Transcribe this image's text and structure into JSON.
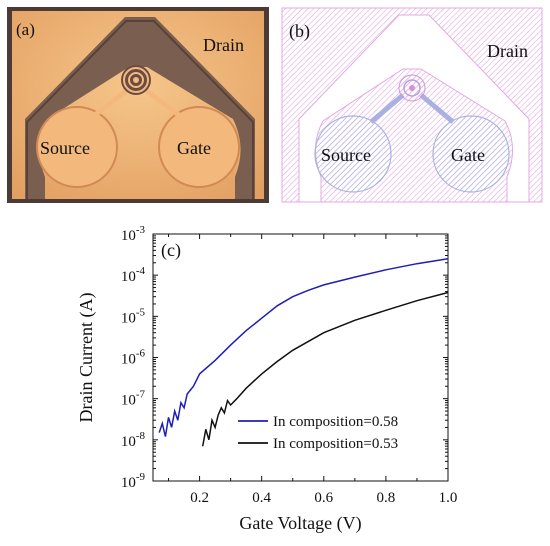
{
  "panel_a": {
    "tag": "(a)",
    "drain": "Drain",
    "source": "Source",
    "gate": "Gate",
    "colors": {
      "metal": "#f0b676",
      "metal_edge": "#d9925a",
      "mesa": "#7a5e50",
      "border": "#4c3a34"
    }
  },
  "panel_b": {
    "tag": "(b)",
    "drain": "Drain",
    "source": "Source",
    "gate": "Gate",
    "colors": {
      "metal_hatch": "#e6b2e6",
      "pad_hatch": "#a8b4e0",
      "background": "#ffffff"
    }
  },
  "chart_data": {
    "type": "line",
    "panel_tag": "(c)",
    "xlabel": "Gate Voltage (V)",
    "ylabel": "Drain Current (A)",
    "xlim": [
      0.05,
      1.0
    ],
    "ylim": [
      1e-09,
      0.001
    ],
    "yscale": "log",
    "x_ticks": [
      "0.2",
      "0.4",
      "0.6",
      "0.8",
      "1.0"
    ],
    "y_ticks": [
      {
        "base": "10",
        "exp": "-9"
      },
      {
        "base": "10",
        "exp": "-8"
      },
      {
        "base": "10",
        "exp": "-7"
      },
      {
        "base": "10",
        "exp": "-6"
      },
      {
        "base": "10",
        "exp": "-5"
      },
      {
        "base": "10",
        "exp": "-4"
      },
      {
        "base": "10",
        "exp": "-3"
      }
    ],
    "grid": false,
    "legend_position": "bottom-right",
    "series": [
      {
        "name": "In composition=0.58",
        "color": "#1f1fb4",
        "x": [
          0.07,
          0.08,
          0.09,
          0.1,
          0.11,
          0.12,
          0.13,
          0.14,
          0.15,
          0.16,
          0.18,
          0.2,
          0.25,
          0.3,
          0.35,
          0.4,
          0.45,
          0.5,
          0.55,
          0.6,
          0.7,
          0.8,
          0.9,
          1.0
        ],
        "y": [
          1.5e-08,
          2.5e-08,
          1.2e-08,
          3.5e-08,
          2e-08,
          5e-08,
          3e-08,
          8e-08,
          6e-08,
          1.3e-07,
          2e-07,
          4e-07,
          8.5e-07,
          2e-06,
          4.5e-06,
          9e-06,
          1.8e-05,
          3e-05,
          4.3e-05,
          5.8e-05,
          9e-05,
          0.000135,
          0.00019,
          0.00025
        ]
      },
      {
        "name": "In composition=0.53",
        "color": "#111111",
        "x": [
          0.21,
          0.22,
          0.23,
          0.24,
          0.25,
          0.26,
          0.27,
          0.28,
          0.29,
          0.3,
          0.32,
          0.35,
          0.4,
          0.45,
          0.5,
          0.6,
          0.7,
          0.8,
          0.9,
          1.0
        ],
        "y": [
          7e-09,
          1.8e-08,
          1e-08,
          3e-08,
          2e-08,
          4e-08,
          6e-08,
          4.5e-08,
          9e-08,
          7e-08,
          1e-07,
          1.8e-07,
          4e-07,
          8e-07,
          1.5e-06,
          4e-06,
          8e-06,
          1.4e-05,
          2.4e-05,
          3.8e-05
        ]
      }
    ]
  }
}
